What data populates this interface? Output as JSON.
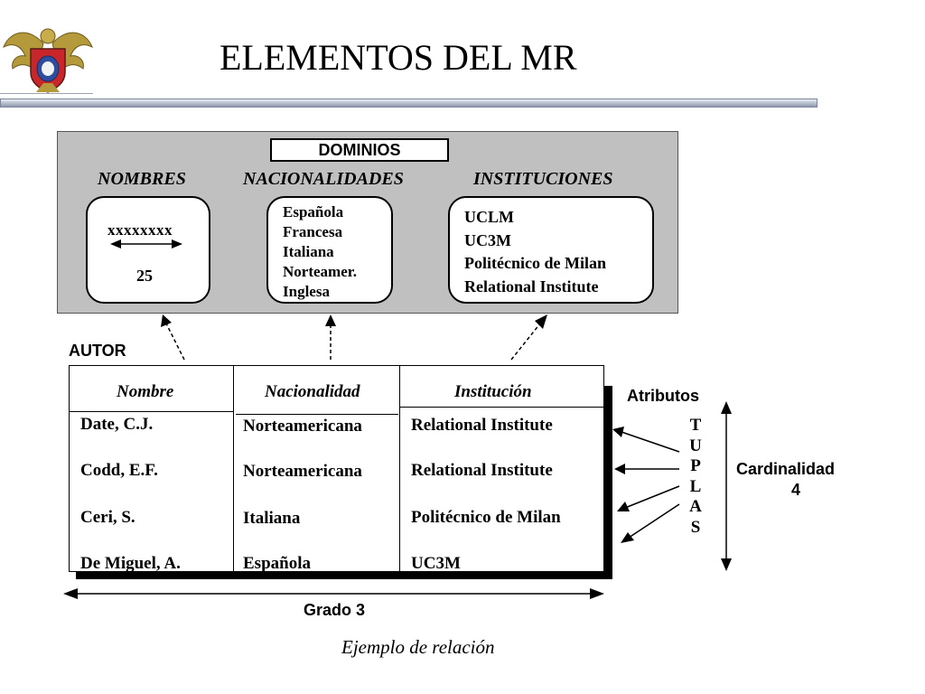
{
  "slide": {
    "title": "ELEMENTOS DEL MR"
  },
  "domains": {
    "label": "DOMINIOS",
    "nombres": {
      "heading": "NOMBRES",
      "pattern": "xxxxxxxx",
      "length": "25"
    },
    "nacionalidades": {
      "heading": "NACIONALIDADES",
      "items": [
        "Española",
        "Francesa",
        "Italiana",
        "Norteamer.",
        "Inglesa"
      ]
    },
    "instituciones": {
      "heading": "INSTITUCIONES",
      "items": [
        "UCLM",
        "UC3M",
        "Politécnico de Milan",
        "Relational Institute"
      ]
    }
  },
  "relation": {
    "name": "AUTOR",
    "headers": [
      "Nombre",
      "Nacionalidad",
      "Institución"
    ],
    "rows": [
      [
        "Date, C.J.",
        "Norteamericana",
        "Relational Institute"
      ],
      [
        "Codd, E.F.",
        "Norteamericana",
        "Relational Institute"
      ],
      [
        "Ceri, S.",
        "Italiana",
        "Politécnico de Milan"
      ],
      [
        "De Miguel, A.",
        "Española",
        "UC3M"
      ]
    ]
  },
  "annotations": {
    "atributos": "Atributos",
    "tuplas": [
      "T",
      "U",
      "P",
      "L",
      "A",
      "S"
    ],
    "cardinalidad_label": "Cardinalidad",
    "cardinalidad_value": "4",
    "grado": "Grado 3",
    "caption": "Ejemplo de relación"
  }
}
